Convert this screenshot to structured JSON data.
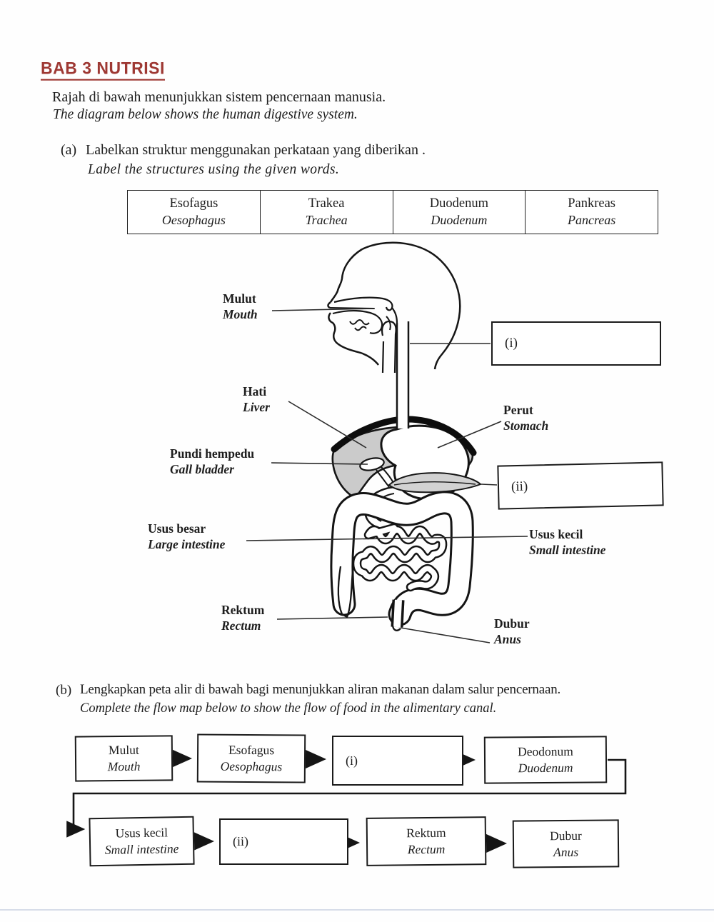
{
  "page": {
    "title": "BAB 3 NUTRISI",
    "accent_color": "#9e3833",
    "intro_ms": "Rajah di bawah menunjukkan sistem pencernaan manusia.",
    "intro_en": "The diagram below shows the human digestive system."
  },
  "part_a": {
    "label": "(a)",
    "instruction_ms": "Labelkan struktur menggunakan perkataan yang diberikan .",
    "instruction_en": "Label the structures using the given words.",
    "word_bank": [
      {
        "ms": "Esofagus",
        "en": "Oesophagus"
      },
      {
        "ms": "Trakea",
        "en": "Trachea"
      },
      {
        "ms": "Duodenum",
        "en": "Duodenum"
      },
      {
        "ms": "Pankreas",
        "en": "Pancreas"
      }
    ],
    "diagram_labels": {
      "mouth": {
        "ms": "Mulut",
        "en": "Mouth"
      },
      "liver": {
        "ms": "Hati",
        "en": "Liver"
      },
      "stomach": {
        "ms": "Perut",
        "en": "Stomach"
      },
      "gall_bladder": {
        "ms": "Pundi hempedu",
        "en": "Gall bladder"
      },
      "large_intestine": {
        "ms": "Usus besar",
        "en": "Large intestine"
      },
      "small_intestine": {
        "ms": "Usus kecil",
        "en": "Small intestine"
      },
      "rectum": {
        "ms": "Rektum",
        "en": "Rectum"
      },
      "anus": {
        "ms": "Dubur",
        "en": "Anus"
      }
    },
    "answer_boxes": [
      {
        "label": "(i)"
      },
      {
        "label": "(ii)"
      }
    ]
  },
  "part_b": {
    "label": "(b)",
    "instruction_ms": "Lengkapkan peta alir di bawah bagi menunjukkan aliran makanan dalam salur pencernaan.",
    "instruction_en": "Complete the flow map below to show the flow of food in the alimentary canal.",
    "flow": [
      {
        "ms": "Mulut",
        "en": "Mouth"
      },
      {
        "ms": "Esofagus",
        "en": "Oesophagus"
      },
      {
        "blank": "(i)"
      },
      {
        "ms": "Deodonum",
        "en": "Duodenum"
      },
      {
        "ms": "Usus kecil",
        "en": "Small intestine"
      },
      {
        "blank": "(ii)"
      },
      {
        "ms": "Rektum",
        "en": "Rectum"
      },
      {
        "ms": "Dubur",
        "en": "Anus"
      }
    ]
  }
}
